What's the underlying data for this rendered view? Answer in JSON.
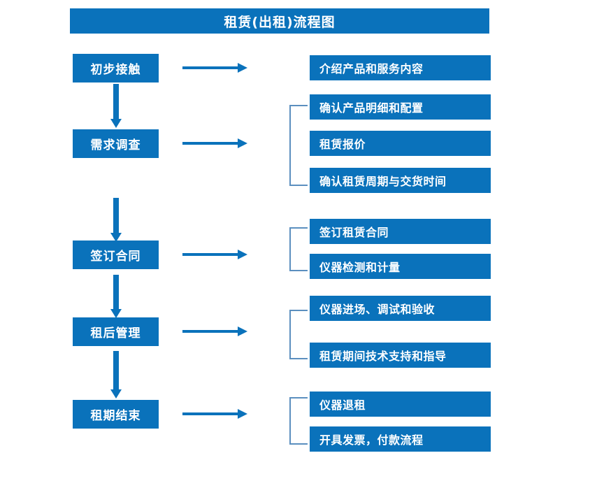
{
  "diagram": {
    "title": "租赁(出租)流程图",
    "colors": {
      "primary_blue": "#0A72BB",
      "bracket_blue": "#5B8FBF",
      "text_on_blue": "#FFFFFF",
      "background": "#FFFFFF"
    },
    "stages": [
      {
        "id": "stage-1",
        "label": "初步接触"
      },
      {
        "id": "stage-2",
        "label": "需求调查"
      },
      {
        "id": "stage-3",
        "label": "签订合同"
      },
      {
        "id": "stage-4",
        "label": "租后管理"
      },
      {
        "id": "stage-5",
        "label": "租期结束"
      }
    ],
    "task_groups": [
      {
        "id": "group-1",
        "stage": "初步接触",
        "bracketed": false,
        "tasks": [
          "介绍产品和服务内容"
        ]
      },
      {
        "id": "group-2",
        "stage": "需求调查",
        "bracketed": true,
        "tasks": [
          "确认产品明细和配置",
          "租赁报价",
          "确认租赁周期与交货时间"
        ]
      },
      {
        "id": "group-3",
        "stage": "签订合同",
        "bracketed": true,
        "tasks": [
          "签订租赁合同",
          "仪器检测和计量"
        ]
      },
      {
        "id": "group-4",
        "stage": "租后管理",
        "bracketed": true,
        "tasks": [
          "仪器进场、调试和验收",
          "租赁期间技术支持和指导"
        ]
      },
      {
        "id": "group-5",
        "stage": "租期结束",
        "bracketed": true,
        "tasks": [
          "仪器退租",
          "开具发票，付款流程"
        ]
      }
    ],
    "connectors": {
      "horizontal_arrow_icon": "arrow-right-icon",
      "vertical_arrow_icon": "arrow-down-icon",
      "bracket_icon": "group-bracket-icon"
    }
  }
}
